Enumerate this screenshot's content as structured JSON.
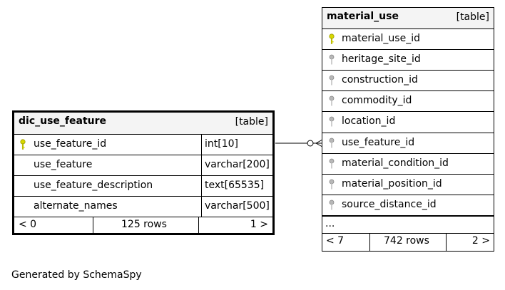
{
  "left_table": {
    "name": "dic_use_feature",
    "tag": "[table]",
    "columns": [
      {
        "name": "use_feature_id",
        "type": "int[10]",
        "key": "primary-key-icon"
      },
      {
        "name": "use_feature",
        "type": "varchar[200]",
        "key": ""
      },
      {
        "name": "use_feature_description",
        "type": "text[65535]",
        "key": ""
      },
      {
        "name": "alternate_names",
        "type": "varchar[500]",
        "key": ""
      }
    ],
    "footer": {
      "children": "< 0",
      "rows": "125 rows",
      "parents": "1 >"
    }
  },
  "right_table": {
    "name": "material_use",
    "tag": "[table]",
    "columns": [
      {
        "name": "material_use_id",
        "key": "primary-key-icon"
      },
      {
        "name": "heritage_site_id",
        "key": "foreign-key-icon"
      },
      {
        "name": "construction_id",
        "key": "foreign-key-icon"
      },
      {
        "name": "commodity_id",
        "key": "foreign-key-icon"
      },
      {
        "name": "location_id",
        "key": "foreign-key-icon"
      },
      {
        "name": "use_feature_id",
        "key": "foreign-key-icon"
      },
      {
        "name": "material_condition_id",
        "key": "foreign-key-icon"
      },
      {
        "name": "material_position_id",
        "key": "foreign-key-icon"
      },
      {
        "name": "source_distance_id",
        "key": "foreign-key-icon"
      }
    ],
    "ellipsis": "...",
    "footer": {
      "children": "< 7",
      "rows": "742 rows",
      "parents": "2 >"
    }
  },
  "colors": {
    "primary_key": "#d8d800",
    "foreign_key": "#aaaaaa",
    "header_bg": "#f4f4f4"
  },
  "generated_by": "Generated by SchemaSpy"
}
